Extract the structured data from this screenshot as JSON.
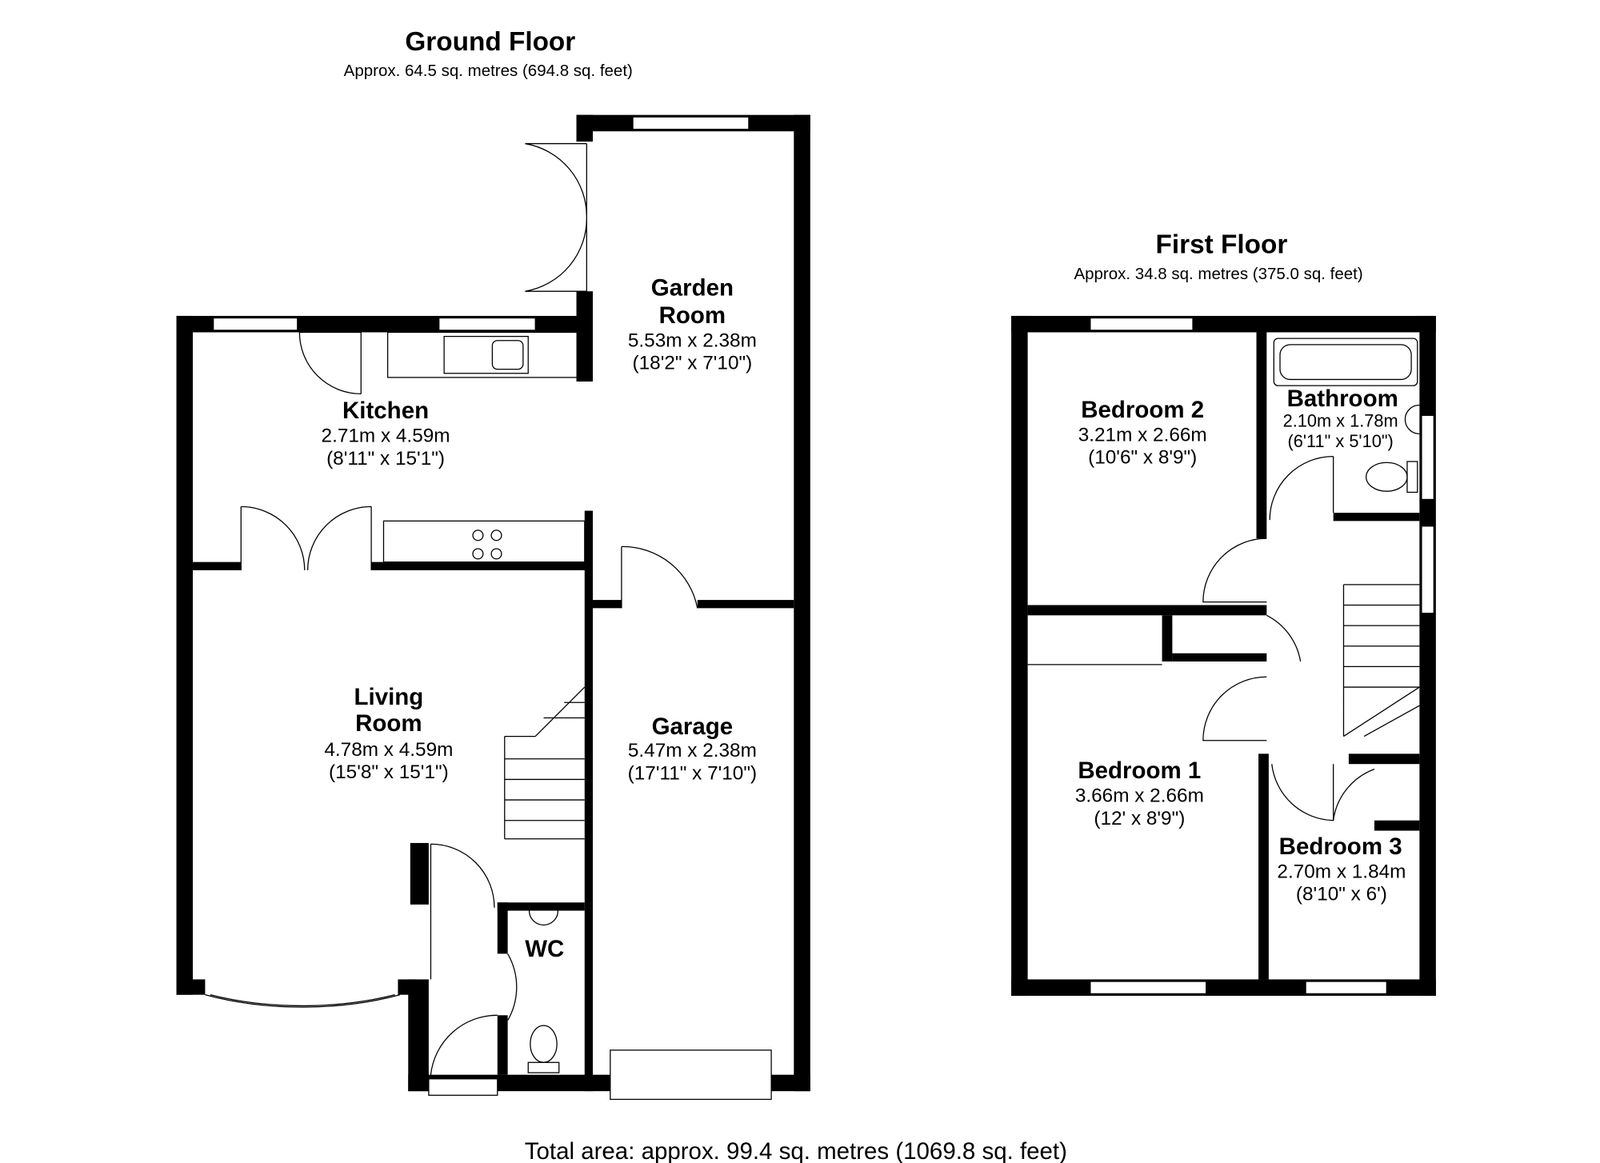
{
  "ground_floor": {
    "title": "Ground Floor",
    "area": "Approx. 64.5 sq. metres (694.8 sq. feet)",
    "rooms": [
      {
        "name_lines": [
          "Garden",
          "Room"
        ],
        "metric": "5.53m x 2.38m",
        "imperial": "(18'2\" x 7'10\")"
      },
      {
        "name_lines": [
          "Kitchen"
        ],
        "metric": "2.71m x 4.59m",
        "imperial": "(8'11\" x 15'1\")"
      },
      {
        "name_lines": [
          "Living",
          "Room"
        ],
        "metric": "4.78m x 4.59m",
        "imperial": "(15'8\" x 15'1\")"
      },
      {
        "name_lines": [
          "Garage"
        ],
        "metric": "5.47m x 2.38m",
        "imperial": "(17'11\" x 7'10\")"
      },
      {
        "name_lines": [
          "WC"
        ]
      }
    ]
  },
  "first_floor": {
    "title": "First Floor",
    "area": "Approx. 34.8 sq. metres (375.0 sq. feet)",
    "rooms": [
      {
        "name_lines": [
          "Bedroom 2"
        ],
        "metric": "3.21m x 2.66m",
        "imperial": "(10'6\" x 8'9\")"
      },
      {
        "name_lines": [
          "Bathroom"
        ],
        "metric": "2.10m x 1.78m",
        "imperial": "(6'11\" x 5'10\")"
      },
      {
        "name_lines": [
          "Bedroom 1"
        ],
        "metric": "3.66m x 2.66m",
        "imperial": "(12' x 8'9\")"
      },
      {
        "name_lines": [
          "Bedroom 3"
        ],
        "metric": "2.70m x 1.84m",
        "imperial": "(8'10\" x 6')"
      }
    ]
  },
  "total_area": "Total area: approx. 99.4 sq. metres (1069.8 sq. feet)"
}
